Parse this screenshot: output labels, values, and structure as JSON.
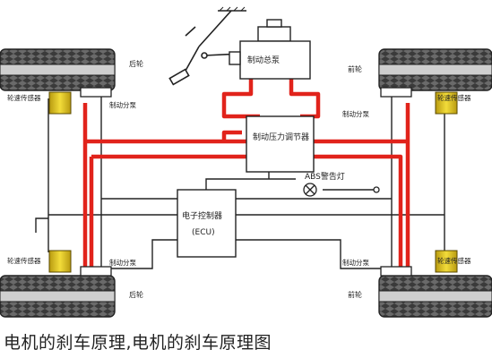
{
  "diagram": {
    "caption": "电机的刹车原理,电机的刹车原理图",
    "labels": {
      "master_cylinder": "制动总泵",
      "pressure_regulator": "制动压力调节器",
      "ecu_name": "电子控制器",
      "ecu_abbr": "(ECU)",
      "abs_lamp": "ABS警告灯",
      "rear_wheel": "后轮",
      "front_wheel": "前轮",
      "wheel_speed_sensor": "轮速传感器",
      "brake_cylinder": "制动分泵"
    }
  }
}
